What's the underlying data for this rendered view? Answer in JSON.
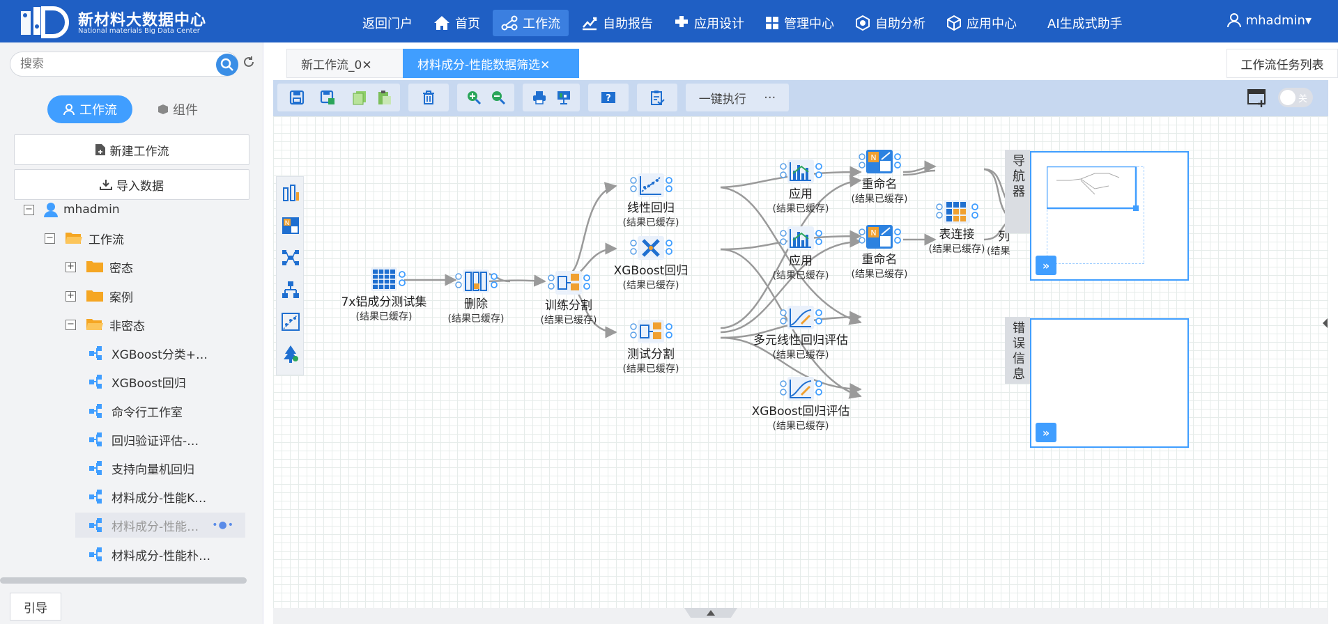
{
  "header": {
    "brand_zh": "新材料大数据中心",
    "brand_en": "National materials Big Data Center",
    "nav": [
      {
        "label": "返回门户",
        "icon": ""
      },
      {
        "label": "首页",
        "icon": "home-icon"
      },
      {
        "label": "工作流",
        "icon": "workflow-icon",
        "active": true
      },
      {
        "label": "自助报告",
        "icon": "chart-icon"
      },
      {
        "label": "应用设计",
        "icon": "puzzle-icon"
      },
      {
        "label": "管理中心",
        "icon": "grid-icon"
      },
      {
        "label": "自助分析",
        "icon": "analysis-icon"
      },
      {
        "label": "应用中心",
        "icon": "cube-icon"
      },
      {
        "label": "AI生成式助手",
        "icon": ""
      }
    ],
    "user": "mhadmin▾"
  },
  "sidebar": {
    "search_placeholder": "搜索",
    "tab_workflow": "工作流",
    "tab_component": "组件",
    "new_workflow": "新建工作流",
    "import_data": "导入数据",
    "tree": {
      "user": "mhadmin",
      "workflow_folder": "工作流",
      "folders": [
        "密态",
        "案例",
        "非密态"
      ],
      "items": [
        "XGBoost分类+…",
        "XGBoost回归",
        "命令行工作室",
        "回归验证评估-…",
        "支持向量机回归",
        "材料成分-性能K…",
        "材料成分-性能…",
        "材料成分-性能朴…"
      ],
      "selected_index": 6
    },
    "guide": "引导"
  },
  "tabs": {
    "tab1": "新工作流_0✕",
    "tab2": "材料成分-性能数据筛选✕",
    "task_list": "工作流任务列表"
  },
  "toolbar": {
    "execute": "一键执行",
    "more": "···",
    "toggle": "关"
  },
  "nodes": {
    "n_dataset": {
      "label": "7x铝成分测试集",
      "sub": "(结果已缓存)"
    },
    "n_delete": {
      "label": "删除",
      "sub": "(结果已缓存)"
    },
    "n_split": {
      "label": "训练分割",
      "sub": "(结果已缓存)"
    },
    "n_linreg": {
      "label": "线性回归",
      "sub": "(结果已缓存)"
    },
    "n_xgb": {
      "label": "XGBoost回归",
      "sub": "(结果已缓存)"
    },
    "n_test": {
      "label": "测试分割",
      "sub": "(结果已缓存)"
    },
    "n_apply1": {
      "label": "应用",
      "sub": "(结果已缓存)"
    },
    "n_apply2": {
      "label": "应用",
      "sub": "(结果已缓存)"
    },
    "n_rename1": {
      "label": "重命名",
      "sub": "(结果已缓存)"
    },
    "n_rename2": {
      "label": "重命名",
      "sub": "(结果已缓存)"
    },
    "n_join": {
      "label": "表连接",
      "sub": "(结果已缓存)"
    },
    "n_eval1": {
      "label": "多元线性回归评估",
      "sub": "(结果已缓存)"
    },
    "n_eval2": {
      "label": "XGBoost回归评估",
      "sub": "(结果已缓存)"
    },
    "n_partial": {
      "label": "列",
      "sub": "(结果"
    }
  },
  "panels": {
    "navigator": "导航器",
    "errors": "错误信息",
    "expand": "»"
  }
}
